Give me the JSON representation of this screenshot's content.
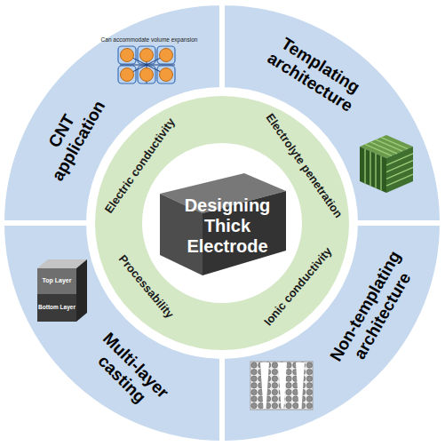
{
  "diagram": {
    "nodes": [
      {
        "text": [
          "Designing Thick Electrode"
        ]
      },
      {
        "text": [
          "Electric conductivity",
          "Electrolyte penetration",
          "Ionic conductivity",
          "Processability"
        ]
      },
      {
        "text": [
          "CNT application"
        ]
      },
      {
        "text": [
          "Templating architecture"
        ]
      },
      {
        "text": [
          "Non-templating architecture"
        ]
      },
      {
        "text": [
          "Multi-layer casting"
        ]
      }
    ],
    "labels": [
      "Can accommodate volume expansion",
      "Top Layer",
      "Bottom Layer"
    ]
  }
}
